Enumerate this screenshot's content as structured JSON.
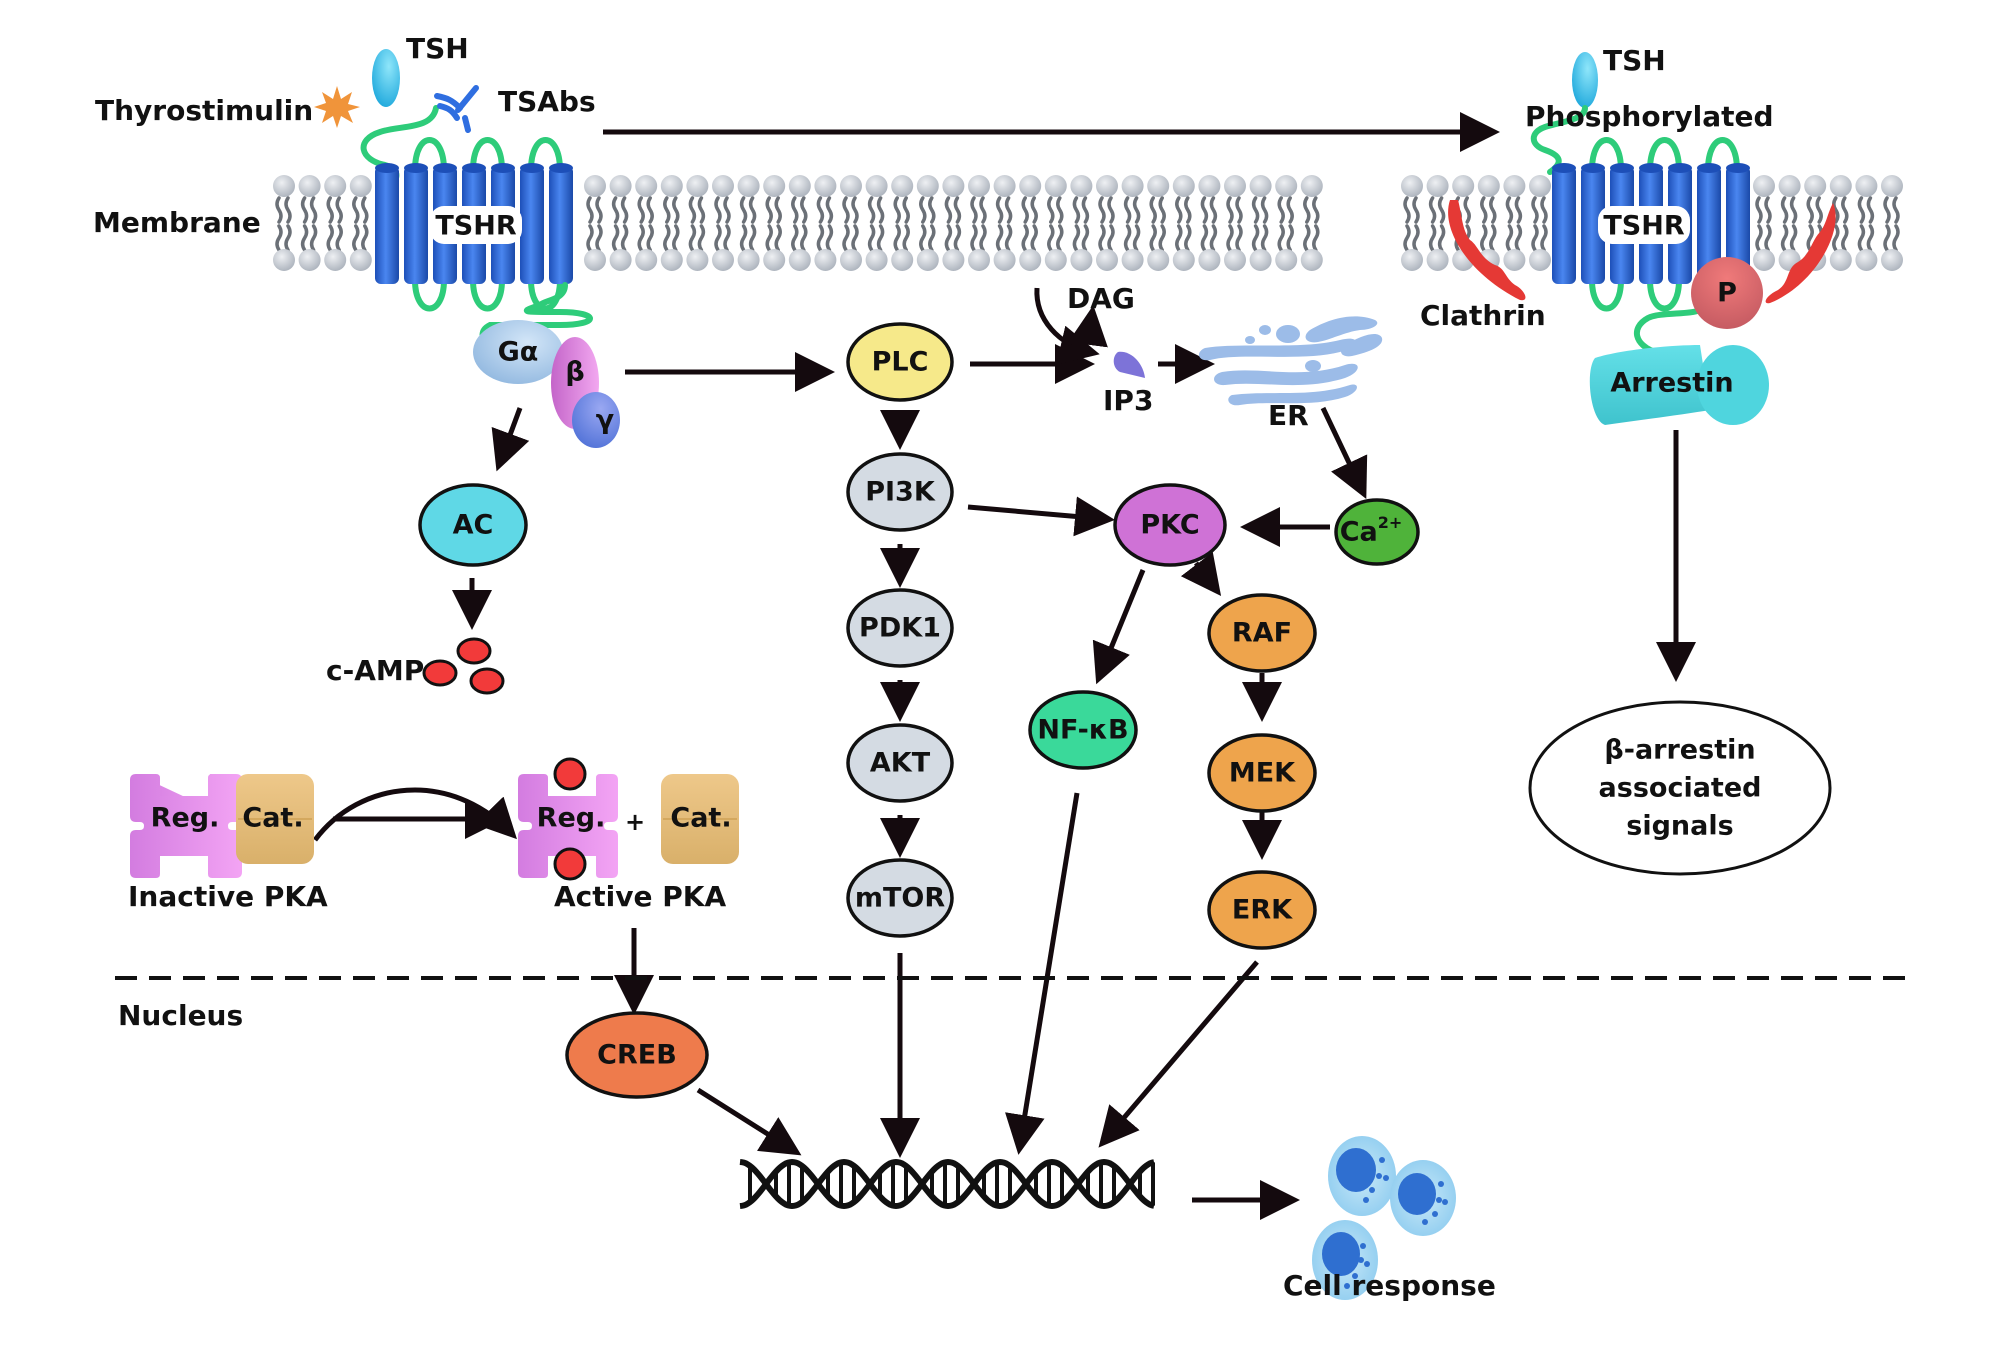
{
  "labels": {
    "tsh_left": "TSH",
    "thyrostimulin": "Thyrostimulin",
    "tsabs": "TSAbs",
    "membrane": "Membrane",
    "tshr_left": "TSHR",
    "tsh_right": "TSH",
    "phosphorylated": "Phosphorylated",
    "tshr_right": "TSHR",
    "clathrin": "Clathrin",
    "p": "P",
    "arrestin": "Arrestin",
    "galpha": "Gα",
    "beta": "β",
    "gamma": "γ",
    "dag": "DAG",
    "ip3": "IP3",
    "er": "ER",
    "camp": "c-AMP",
    "reg_inactive": "Reg.",
    "cat_inactive": "Cat.",
    "inactive_pka": "Inactive PKA",
    "reg_active": "Reg.",
    "plus": "+",
    "cat_active": "Cat.",
    "active_pka": "Active PKA",
    "nucleus": "Nucleus",
    "cell_response": "Cell response",
    "beta_arrestin_line1": "β-arrestin",
    "beta_arrestin_line2": "associated",
    "beta_arrestin_line3": "signals"
  },
  "nodes": {
    "ac": {
      "label": "AC",
      "color": "#5fd8e6"
    },
    "plc": {
      "label": "PLC",
      "color": "#f6e98a"
    },
    "pi3k": {
      "label": "PI3K",
      "color": "#d4dbe3"
    },
    "pdk1": {
      "label": "PDK1",
      "color": "#d4dbe3"
    },
    "akt": {
      "label": "AKT",
      "color": "#d4dbe3"
    },
    "mtor": {
      "label": "mTOR",
      "color": "#d4dbe3"
    },
    "pkc": {
      "label": "PKC",
      "color": "#cf72d6"
    },
    "ca": {
      "label": "Ca",
      "sup": "2+",
      "color": "#4fb33a"
    },
    "nfkb": {
      "label": "NF-κB",
      "color": "#3ad99a"
    },
    "raf": {
      "label": "RAF",
      "color": "#eea44c"
    },
    "mek": {
      "label": "MEK",
      "color": "#eea44c"
    },
    "erk": {
      "label": "ERK",
      "color": "#eea44c"
    },
    "creb": {
      "label": "CREB",
      "color": "#ee7b4c"
    }
  },
  "colors": {
    "receptor_blue": "#2f6ee0",
    "loop_green": "#2ecc7a",
    "lipid_head": "#c9ced6",
    "clathrin_red": "#e53935",
    "phospho_red": "#e06a6a",
    "arrestin_cyan": "#4ed3dc",
    "camp_red": "#f23a3a",
    "reg_pink": "#e98ef0",
    "cat_tan": "#e7bf7e",
    "er_blue": "#9cbce8",
    "ip3_purple": "#7d73d8",
    "tsh_blue": "#2bb5e6",
    "thyrostimulin_orange": "#f0943a"
  }
}
